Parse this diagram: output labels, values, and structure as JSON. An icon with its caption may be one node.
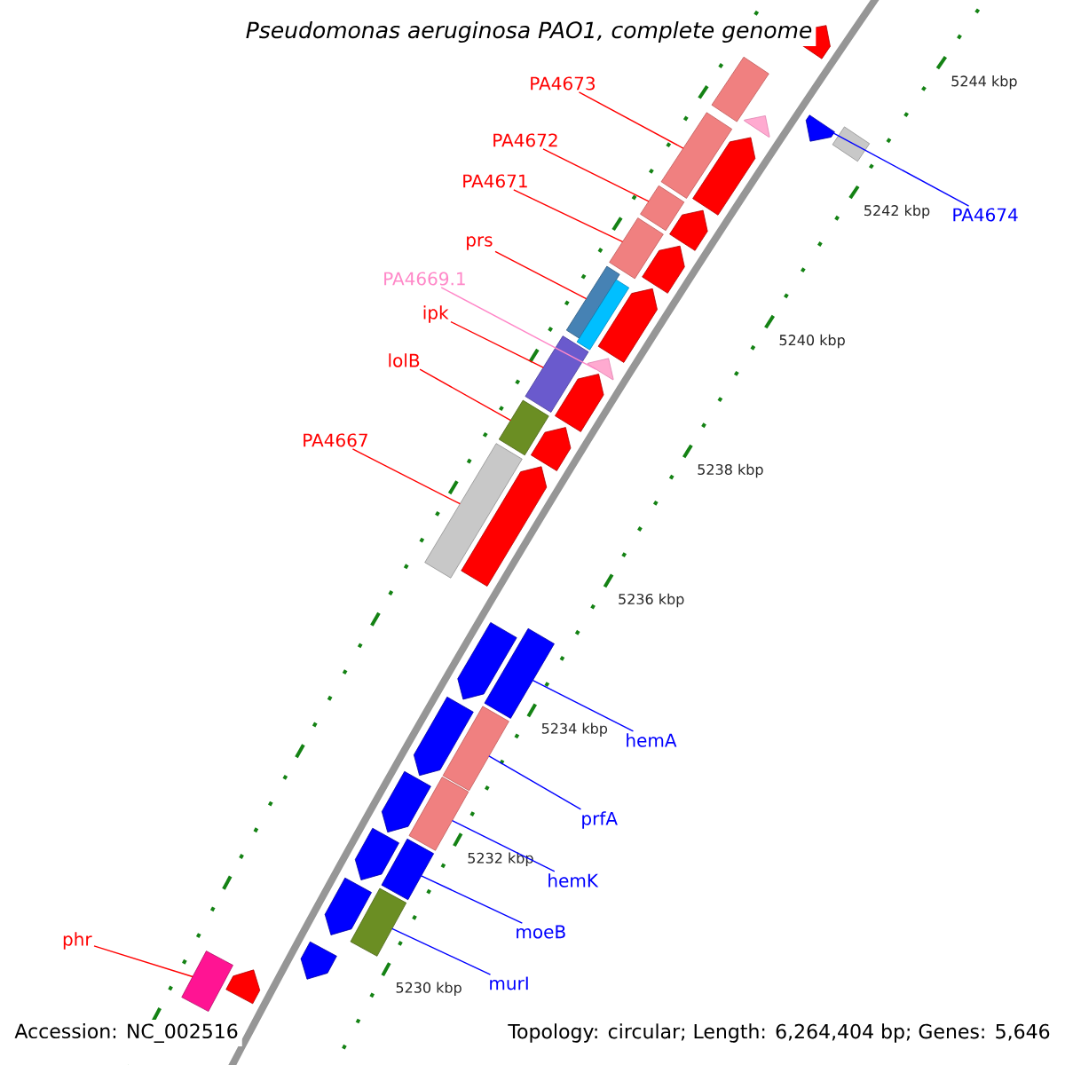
{
  "diagram": {
    "title": "Pseudomonas aeruginosa PAO1, complete genome",
    "nodes": [
      {
        "text": [
          "PA4673"
        ]
      },
      {
        "text": [
          "PA4672"
        ]
      },
      {
        "text": [
          "PA4671"
        ]
      },
      {
        "text": [
          "PA4674"
        ]
      },
      {
        "text": [
          "prs"
        ]
      },
      {
        "text": [
          "PA4669.1"
        ]
      },
      {
        "text": [
          "ipk"
        ]
      },
      {
        "text": [
          "lolB"
        ]
      },
      {
        "text": [
          "PA4667"
        ]
      },
      {
        "text": [
          "hemA"
        ]
      },
      {
        "text": [
          "prfA"
        ]
      },
      {
        "text": [
          "hemK"
        ]
      },
      {
        "text": [
          "moeB"
        ]
      },
      {
        "text": [
          "murI"
        ]
      },
      {
        "text": [
          "phr"
        ]
      },
      {
        "text": [],
        "shape": "pentagon"
      },
      {
        "text": [],
        "shape": "box"
      },
      {
        "text": [],
        "shape": "pentagon"
      },
      {
        "text": [],
        "shape": "box"
      },
      {
        "text": [],
        "shape": "pentagon"
      },
      {
        "text": [],
        "shape": "box"
      },
      {
        "text": [],
        "shape": "pentagon"
      },
      {
        "text": [],
        "shape": "box"
      },
      {
        "text": [],
        "shape": "pentagon"
      },
      {
        "text": [],
        "shape": "box"
      },
      {
        "text": [],
        "shape": "pentagon"
      },
      {
        "text": [],
        "shape": "box"
      },
      {
        "text": [],
        "shape": "box"
      },
      {
        "text": [],
        "shape": "pentagon"
      },
      {
        "text": [],
        "shape": "box"
      },
      {
        "text": [],
        "shape": "pentagon"
      },
      {
        "text": [],
        "shape": "box"
      },
      {
        "text": [],
        "shape": "pentagon"
      },
      {
        "text": [],
        "shape": "box"
      },
      {
        "text": [],
        "shape": "pentagon"
      },
      {
        "text": [],
        "shape": "pentagon"
      },
      {
        "text": [],
        "shape": "pentagon"
      },
      {
        "text": [],
        "shape": "box"
      },
      {
        "text": [],
        "shape": "pentagon"
      },
      {
        "text": [],
        "shape": "box"
      },
      {
        "text": [],
        "shape": "box"
      },
      {
        "text": [],
        "shape": "pentagon"
      },
      {
        "text": [],
        "shape": "pentagon"
      },
      {
        "text": [],
        "shape": "box"
      },
      {
        "text": [],
        "shape": "pentagon"
      },
      {
        "text": [],
        "shape": "box"
      },
      {
        "text": [],
        "shape": "pentagon"
      },
      {
        "text": [],
        "shape": "box"
      },
      {
        "text": [],
        "shape": "pentagon"
      }
    ],
    "edges": [
      {
        "from": 0,
        "to": 20,
        "arrow": "none"
      },
      {
        "from": 1,
        "to": 22,
        "arrow": "none"
      },
      {
        "from": 2,
        "to": 24,
        "arrow": "none"
      },
      {
        "from": 3,
        "to": 17,
        "arrow": "none",
        "color": "#0000ff"
      },
      {
        "from": 4,
        "to": 26,
        "arrow": "none"
      },
      {
        "from": 5,
        "to": 30,
        "arrow": "none",
        "color": "#ff88c8"
      },
      {
        "from": 6,
        "to": 29,
        "arrow": "none"
      },
      {
        "from": 7,
        "to": 31,
        "arrow": "none"
      },
      {
        "from": 8,
        "to": 33,
        "arrow": "none"
      },
      {
        "from": 9,
        "to": 37,
        "arrow": "none",
        "color": "#0000ff"
      },
      {
        "from": 10,
        "to": 39,
        "arrow": "none",
        "color": "#0000ff"
      },
      {
        "from": 11,
        "to": 40,
        "arrow": "none",
        "color": "#0000ff"
      },
      {
        "from": 12,
        "to": 43,
        "arrow": "none",
        "color": "#0000ff"
      },
      {
        "from": 13,
        "to": 45,
        "arrow": "none",
        "color": "#0000ff"
      },
      {
        "from": 14,
        "to": 47,
        "arrow": "none"
      }
    ],
    "labels": [
      "5244 kbp",
      "5242 kbp",
      "5240 kbp",
      "5238 kbp",
      "5236 kbp",
      "5234 kbp",
      "5232 kbp",
      "5230 kbp",
      "Accession: NC_002516",
      "Topology: circular; Length: 6,264,404 bp; Genes: 5,646"
    ]
  }
}
